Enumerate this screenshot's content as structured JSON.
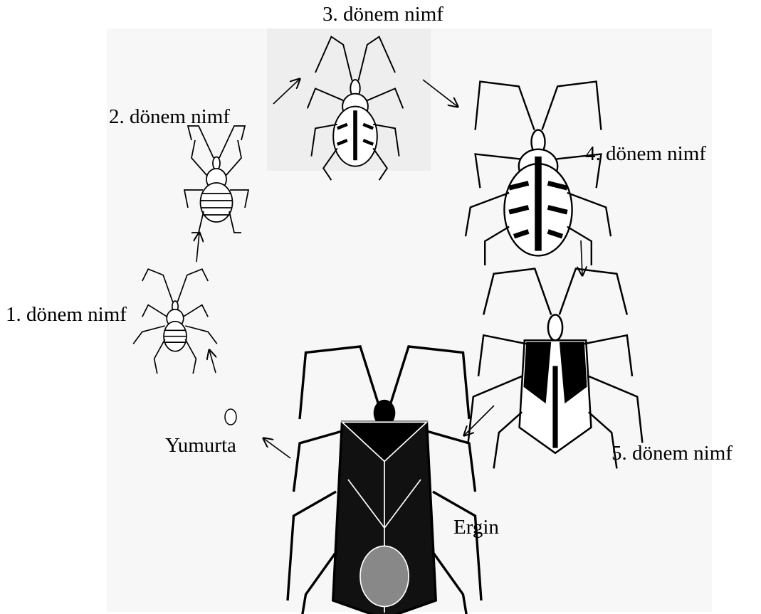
{
  "diagram": {
    "labels": {
      "stage3": "3. dönem nimf",
      "stage2": "2. dönem nimf",
      "stage4": "4. dönem nimf",
      "stage1": "1. dönem nimf",
      "egg": "Yumurta",
      "stage5": "5. dönem nimf",
      "adult": "Ergin"
    },
    "colors": {
      "ink": "#000000",
      "paper": "#ffffff",
      "shade": "#efefef"
    },
    "icons": [
      "egg-icon",
      "nymph-stage1-icon",
      "nymph-stage2-icon",
      "nymph-stage3-icon",
      "nymph-stage4-icon",
      "nymph-stage5-icon",
      "adult-bug-icon",
      "cycle-arrow-icon"
    ]
  }
}
